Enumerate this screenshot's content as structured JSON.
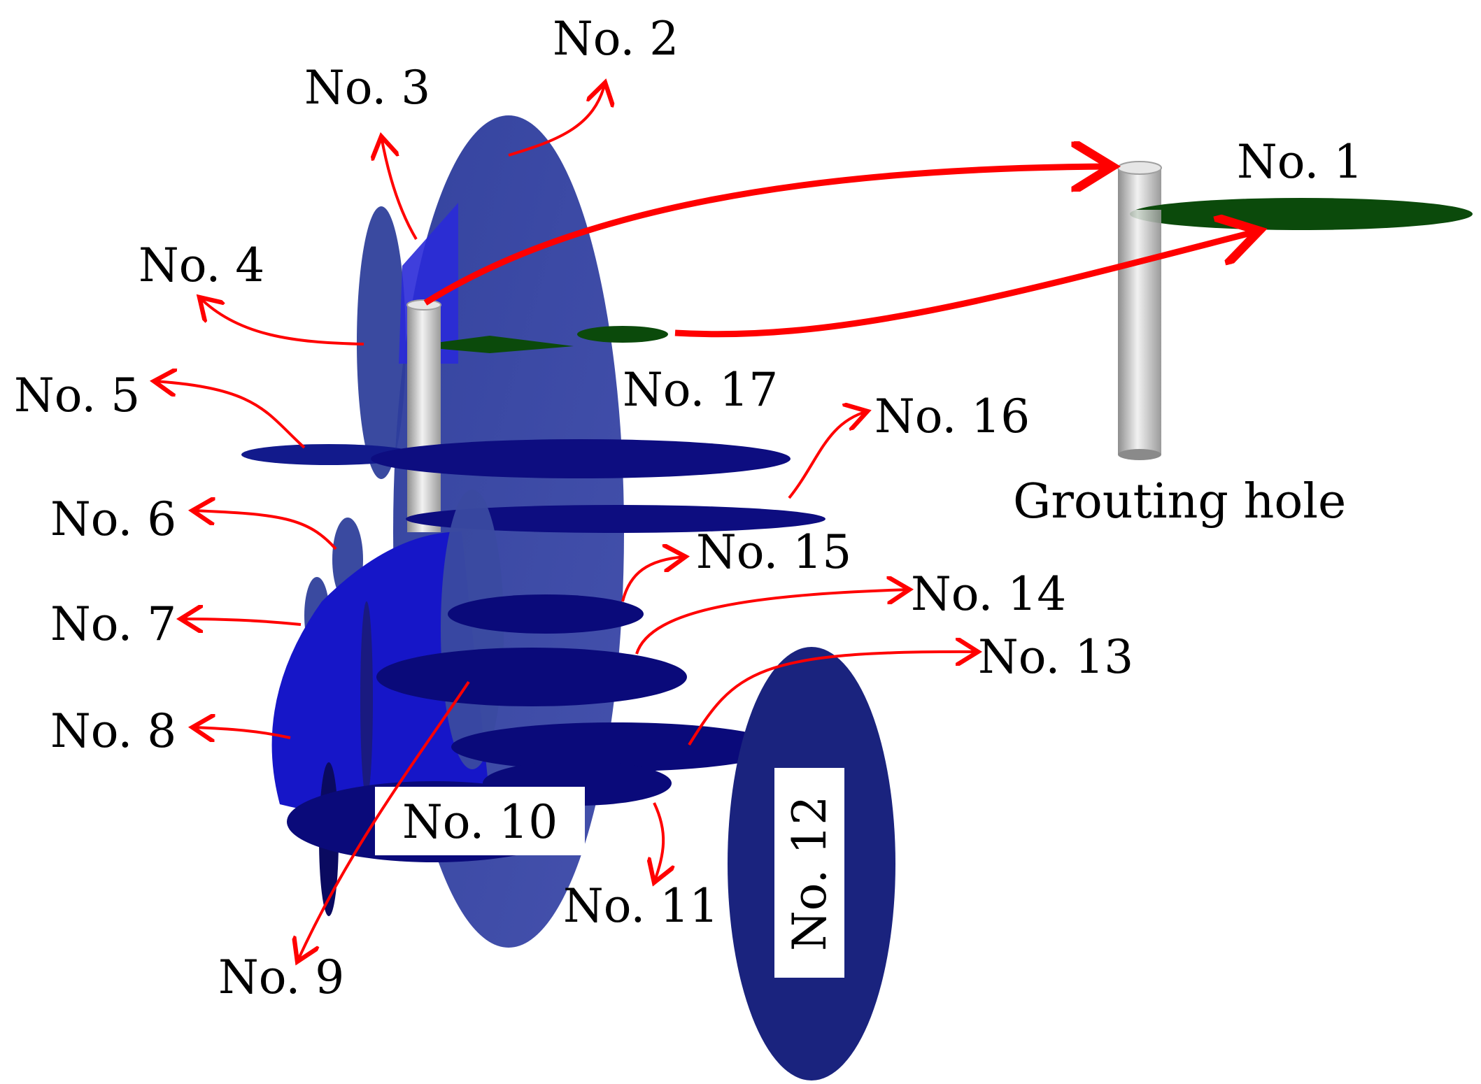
{
  "labels": {
    "no1": "No. 1",
    "no2": "No. 2",
    "no3": "No. 3",
    "no4": "No. 4",
    "no5": "No. 5",
    "no6": "No. 6",
    "no7": "No. 7",
    "no8": "No. 8",
    "no9": "No. 9",
    "no10": "No. 10",
    "no11": "No. 11",
    "no12": "No. 12",
    "no13": "No. 13",
    "no14": "No. 14",
    "no15": "No. 15",
    "no16": "No. 16",
    "no17": "No. 17",
    "grouting_hole": "Grouting hole"
  },
  "colors": {
    "fracture_blue": "#1f2f8c",
    "fracture_navy": "#0a0a7a",
    "fracture_bright": "#1a1ad0",
    "fracture_green": "#0b4a0b",
    "arrow_red": "#ff0000",
    "pipe_gray": "#c8c8c8"
  }
}
